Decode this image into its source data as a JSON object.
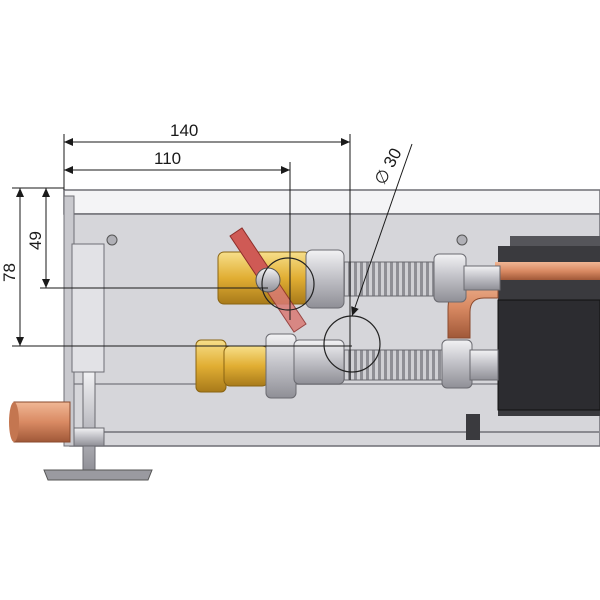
{
  "dimensions": {
    "width_140": "140",
    "width_110": "110",
    "height_78": "78",
    "height_49": "49",
    "diameter_30": "∅ 30"
  },
  "colors": {
    "housing_fill": "#d9d9dc",
    "housing_edge": "#7a7a80",
    "brass": "#e4b53a",
    "copper": "#d98a63",
    "valve_handle": "#cf5a55",
    "steel": "#bdbdc2",
    "dim_line": "#1a1a1a"
  },
  "icons": {
    "ball_valve": "ball-valve-icon",
    "flex_hose": "corrugated-hose-icon",
    "mount_foot": "leveling-foot-icon"
  }
}
